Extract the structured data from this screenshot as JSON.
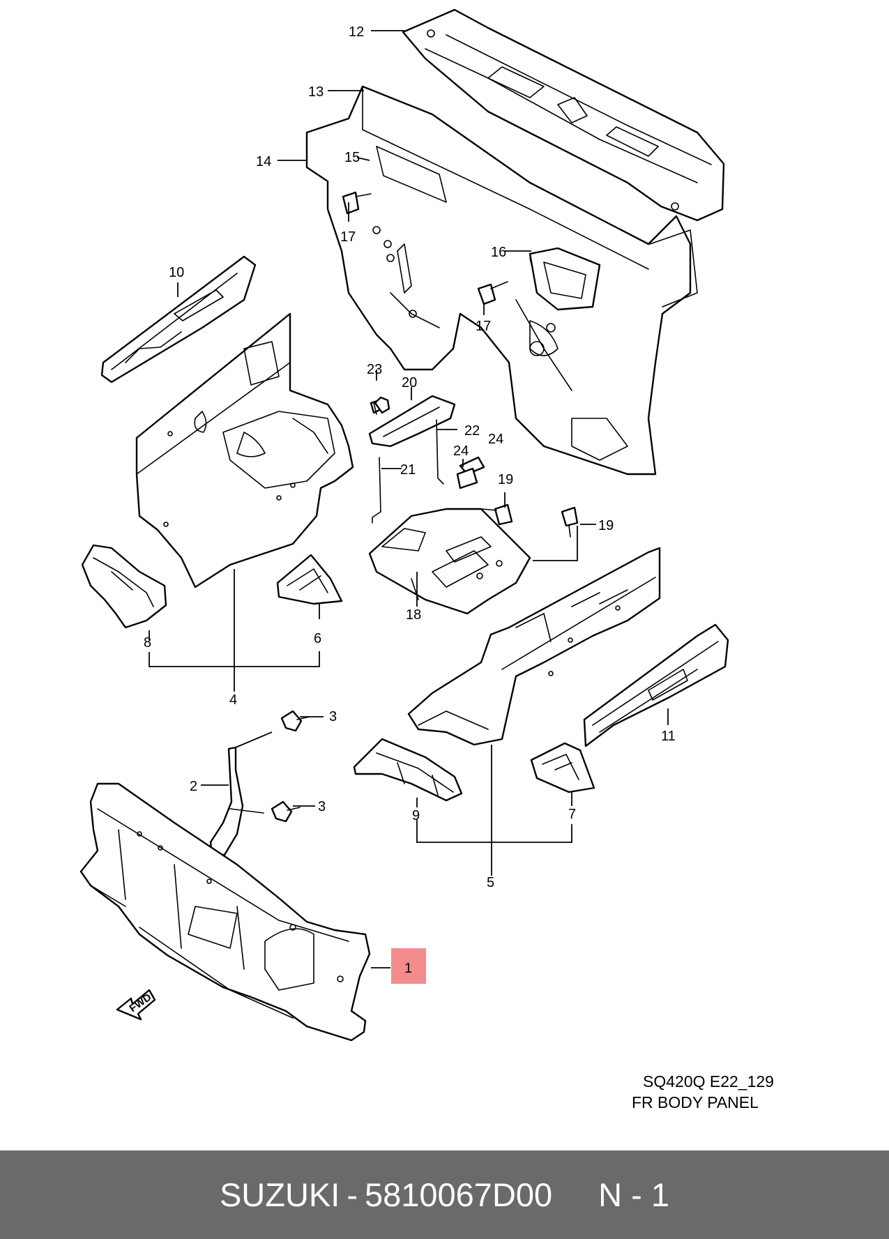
{
  "diagram": {
    "callouts": [
      "1",
      "2",
      "3",
      "3",
      "4",
      "5",
      "6",
      "7",
      "8",
      "9",
      "10",
      "11",
      "12",
      "13",
      "14",
      "15",
      "16",
      "17",
      "17",
      "18",
      "19",
      "19",
      "20",
      "21",
      "22",
      "23",
      "24",
      "24"
    ],
    "highlighted_callout": "1",
    "fwd_label": "FWD",
    "highlight_color": "#f27f7f"
  },
  "caption": {
    "code": "SQ420Q E22_129",
    "title": "FR BODY PANEL"
  },
  "bottom_bar": {
    "brand": "SUZUKI",
    "separator": "-",
    "part_number": "5810067D00",
    "index": "N - 1",
    "background": "#6a6a6a"
  }
}
